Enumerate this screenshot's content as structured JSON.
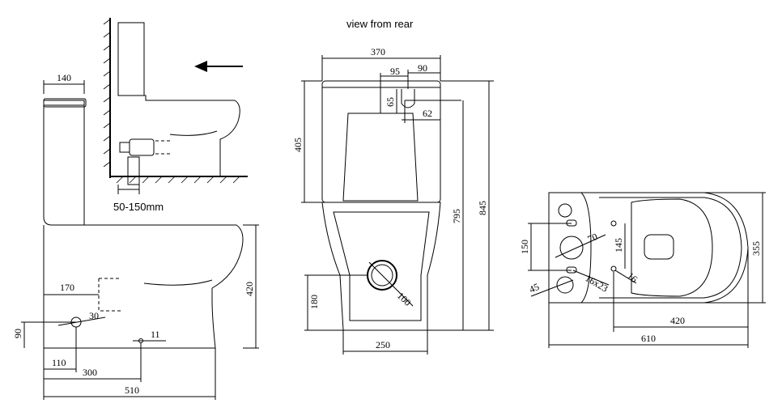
{
  "labels": {
    "rear_view_caption": "view from rear",
    "offset_range": "50-150mm"
  },
  "side_view": {
    "tank_depth": "140",
    "inlet_height_from_floor_label": "170",
    "waste_offset_label": "30",
    "small_hole_label": "11",
    "height_90": "90",
    "width_110": "110",
    "width_300": "300",
    "overall_depth": "510",
    "pan_height": "420"
  },
  "rear_view": {
    "overall_width": "370",
    "inlet_95": "95",
    "inlet_90": "90",
    "inlet_65": "65",
    "inlet_62": "62",
    "tank_height": "405",
    "total_795": "795",
    "total_845": "845",
    "outlet_180": "180",
    "outlet_diameter": "100",
    "base_width": "250"
  },
  "top_view": {
    "dim_150": "150",
    "dim_70": "70",
    "dim_45": "45",
    "dim_16x23": "16x23",
    "dim_145": "145",
    "dim_16": "16",
    "width_355": "355",
    "length_420": "420",
    "length_610": "610"
  }
}
